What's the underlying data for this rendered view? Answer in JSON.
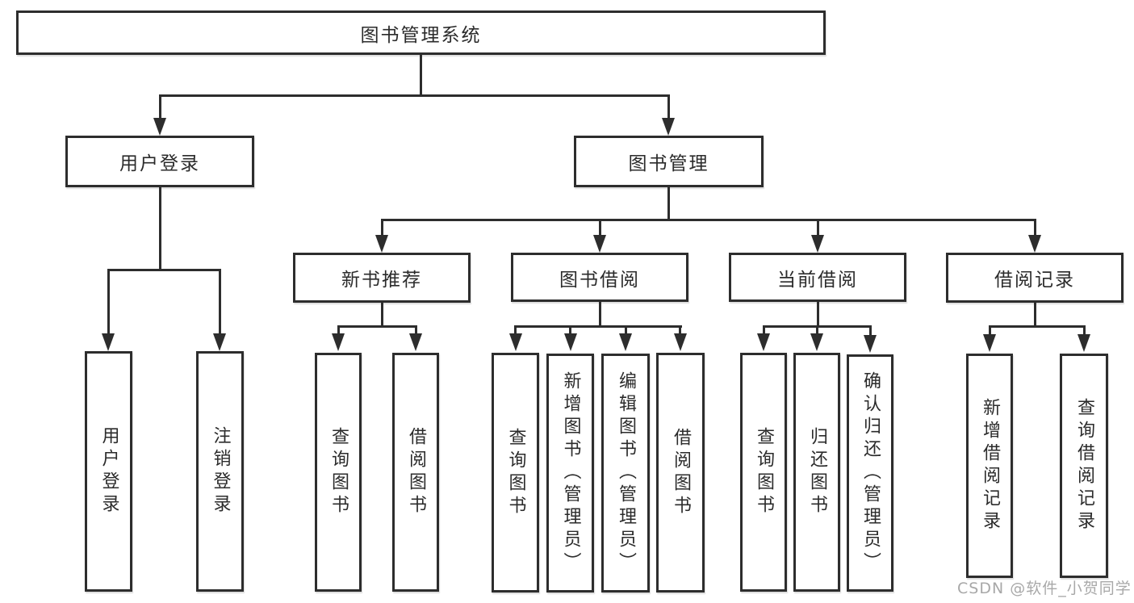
{
  "tree": {
    "root": {
      "label": "图书管理系统"
    },
    "branches": [
      {
        "label": "用户登录",
        "children": [
          {
            "label": "用户登录"
          },
          {
            "label": "注销登录"
          }
        ]
      },
      {
        "label": "图书管理",
        "children": [
          {
            "label": "新书推荐",
            "children": [
              {
                "label": "查询图书"
              },
              {
                "label": "借阅图书"
              }
            ]
          },
          {
            "label": "图书借阅",
            "children": [
              {
                "label": "查询图书"
              },
              {
                "label": "新增图书（管理员）"
              },
              {
                "label": "编辑图书（管理员）"
              },
              {
                "label": "借阅图书"
              }
            ]
          },
          {
            "label": "当前借阅",
            "children": [
              {
                "label": "查询图书"
              },
              {
                "label": "归还图书"
              },
              {
                "label": "确认归还（管理员）"
              }
            ]
          },
          {
            "label": "借阅记录",
            "children": [
              {
                "label": "新增借阅记录"
              },
              {
                "label": "查询借阅记录"
              }
            ]
          }
        ]
      }
    ]
  },
  "watermark": {
    "text": "CSDN @软件_小贺同学"
  },
  "colors": {
    "stroke": "#2d2d2d",
    "text": "#2b2b2b",
    "background": "#ffffff",
    "watermark": "#878787"
  }
}
